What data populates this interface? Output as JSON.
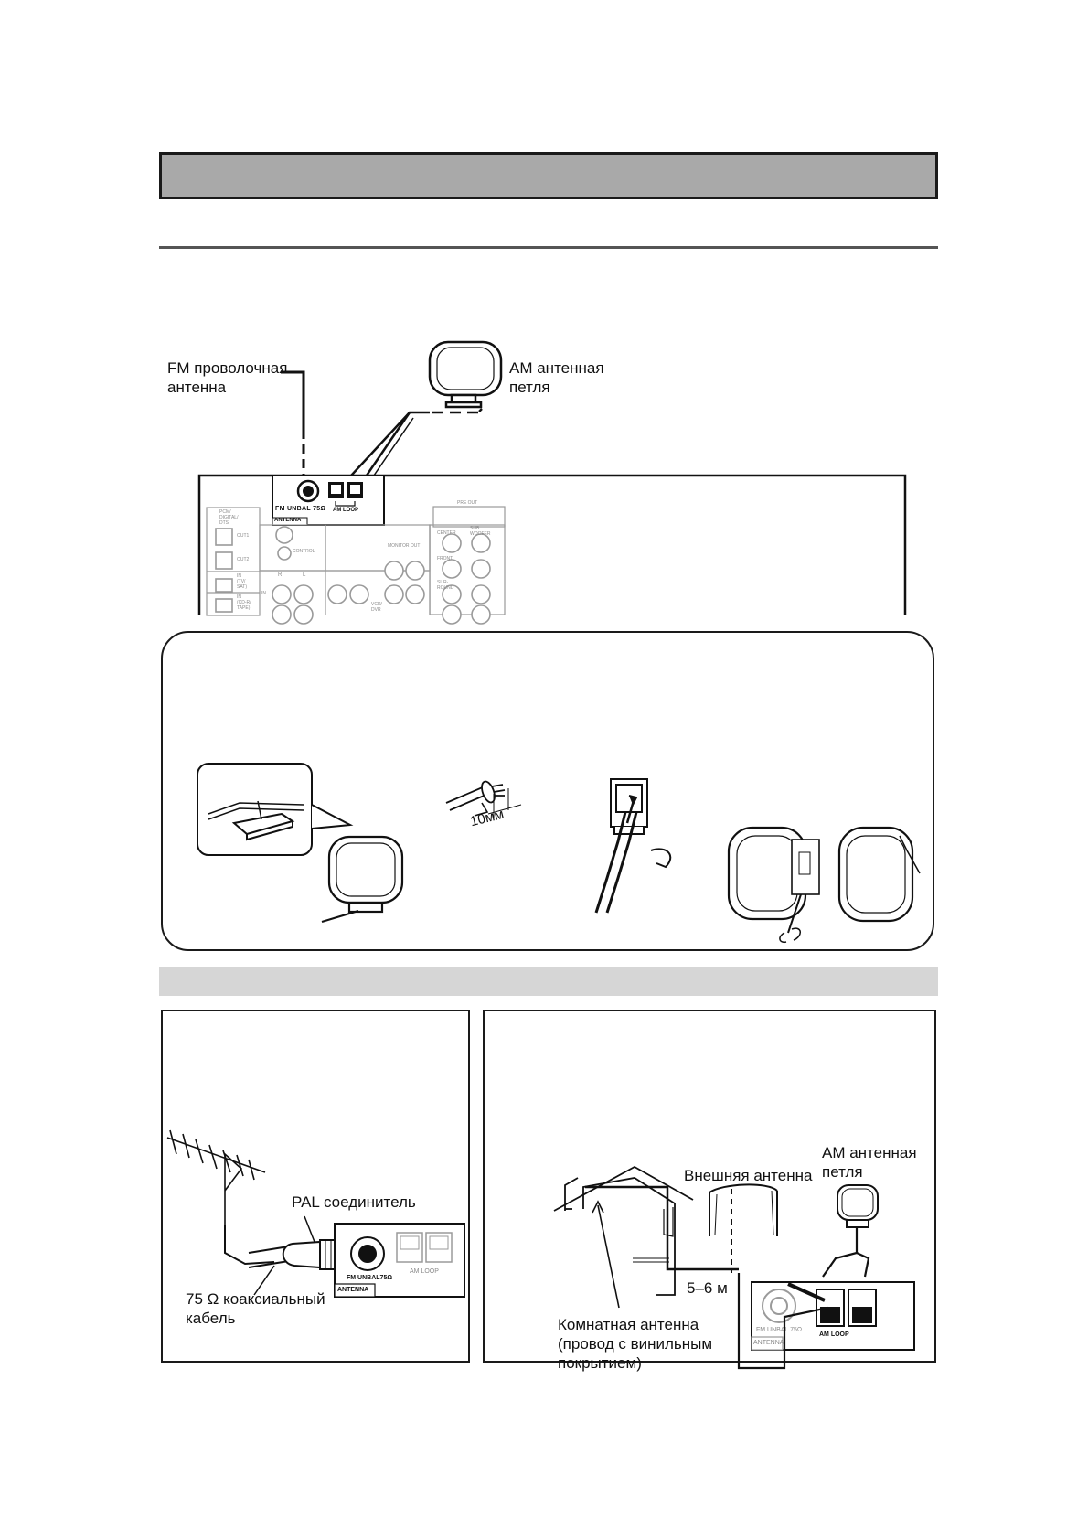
{
  "top_diagram": {
    "fm_wire_label": "FM проволочная\nантенна",
    "am_loop_label": "AM антенная\nпетля",
    "panel": {
      "fm_unbal": "FM UNBAL 75Ω",
      "antenna": "ANTENNA",
      "am_loop": "AM LOOP",
      "pcm_digital": "PCM/\nDIGITAL/\nDTS",
      "out1": "OUT1",
      "out2": "OUT2",
      "in_tv_sat": "IN\n(TV/\nSAT)",
      "in_cd": "IN\n(CD-R/\nTAPE)",
      "control": "CONTROL",
      "monitor_out": "MONITOR OUT",
      "pre_out": "PRE OUT",
      "center": "CENTER",
      "sub_woofer": "SUB\nWOOFER",
      "front": "FRONT",
      "sur_round": "SUR-\nROUND",
      "vcr_dvr": "VCR/\nDVR",
      "r": "R",
      "l": "L",
      "in": "IN"
    }
  },
  "assembly": {
    "length_label": "10мм"
  },
  "left_panel": {
    "pal_label": "PAL соединитель",
    "coax_label": "75 Ω коаксиальный\nкабель",
    "fm_unbal": "FM UNBAL75Ω",
    "antenna": "ANTENNA",
    "am_loop": "AM LOOP"
  },
  "right_panel": {
    "outdoor_label": "Внешняя антенна",
    "am_loop_label": "AM антенная\nпетля",
    "distance_label": "5–6 м",
    "indoor_label": "Комнатная антенна\n(провод с винильным\nпокрытием)",
    "fm_unbal": "FM UNBAL 75Ω",
    "antenna": "ANTENNA",
    "am_loop": "AM LOOP"
  }
}
